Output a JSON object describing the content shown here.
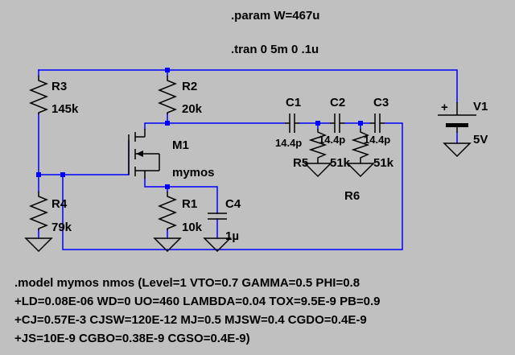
{
  "directives": {
    "param": ".param W=467u",
    "tran": ".tran 0 5m 0 .1u",
    "model_lines": [
      ".model mymos nmos (Level=1 VTO=0.7 GAMMA=0.5 PHI=0.8",
      "+LD=0.08E-06 WD=0 UO=460 LAMBDA=0.04 TOX=9.5E-9 PB=0.9",
      "+CJ=0.57E-3 CJSW=120E-12 MJ=0.5 MJSW=0.4 CGDO=0.4E-9",
      "+JS=10E-9 CGBO=0.38E-9 CGSO=0.4E-9)"
    ]
  },
  "components": {
    "R3": {
      "name": "R3",
      "value": "145k"
    },
    "R2": {
      "name": "R2",
      "value": "20k"
    },
    "R4": {
      "name": "R4",
      "value": "79k"
    },
    "R1": {
      "name": "R1",
      "value": "10k"
    },
    "R5": {
      "name": "R5",
      "value": "51k"
    },
    "R6": {
      "name": "R6",
      "value": "51k"
    },
    "C1": {
      "name": "C1",
      "value": "14.4p"
    },
    "C2": {
      "name": "C2",
      "value": "14.4p"
    },
    "C3": {
      "name": "C3",
      "value": "14.4p"
    },
    "C4": {
      "name": "C4",
      "value": "1µ"
    },
    "M1": {
      "name": "M1",
      "value": "mymos"
    },
    "V1": {
      "name": "V1",
      "value": "5V",
      "plus": "+"
    }
  },
  "colors": {
    "wire": "#0000ff",
    "component": "#000000",
    "background": "#c0c0c0"
  }
}
